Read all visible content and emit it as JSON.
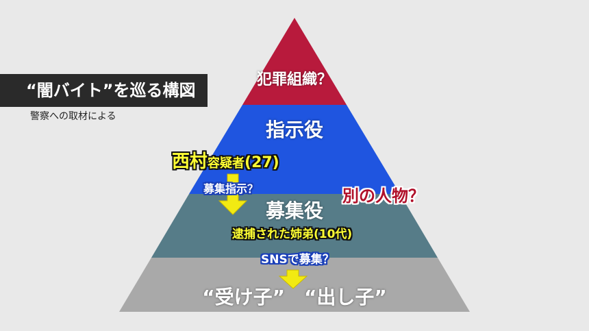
{
  "header": {
    "title": "“闇バイト”を巡る構図",
    "source": "警察への取材による"
  },
  "pyramid": {
    "tiers": [
      {
        "label": "犯罪組織？",
        "color": "#b81a3c"
      },
      {
        "label": "指示役",
        "color": "#1f55e0"
      },
      {
        "label": "募集役",
        "color": "#567c88"
      },
      {
        "label": "“受け子”　“出し子”",
        "color": "#a9a9a9"
      }
    ]
  },
  "annotations": {
    "suspect_name": "西村",
    "suspect_role": "容疑者",
    "suspect_age": "(27)",
    "recruit_instruction": "募集指示？",
    "other_person": "別の人物？",
    "arrested_siblings": "逮捕された姉弟(10代)",
    "sns_recruit": "SNSで募集？"
  },
  "colors": {
    "background": "#e9e9e9",
    "arrow": "#f2ea12",
    "label_yellow": "#ffff33"
  }
}
